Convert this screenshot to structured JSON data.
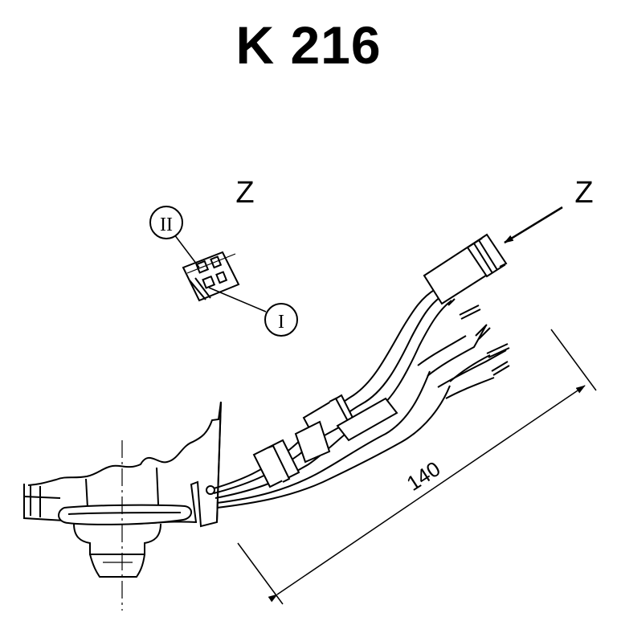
{
  "title": "K 216",
  "view": {
    "label_top": "Z",
    "label_arrow": "Z"
  },
  "connector_detail": {
    "callout_1": "II",
    "callout_2": "I"
  },
  "dimension": {
    "value": "140"
  },
  "colors": {
    "line": "#000000",
    "background": "#ffffff"
  }
}
